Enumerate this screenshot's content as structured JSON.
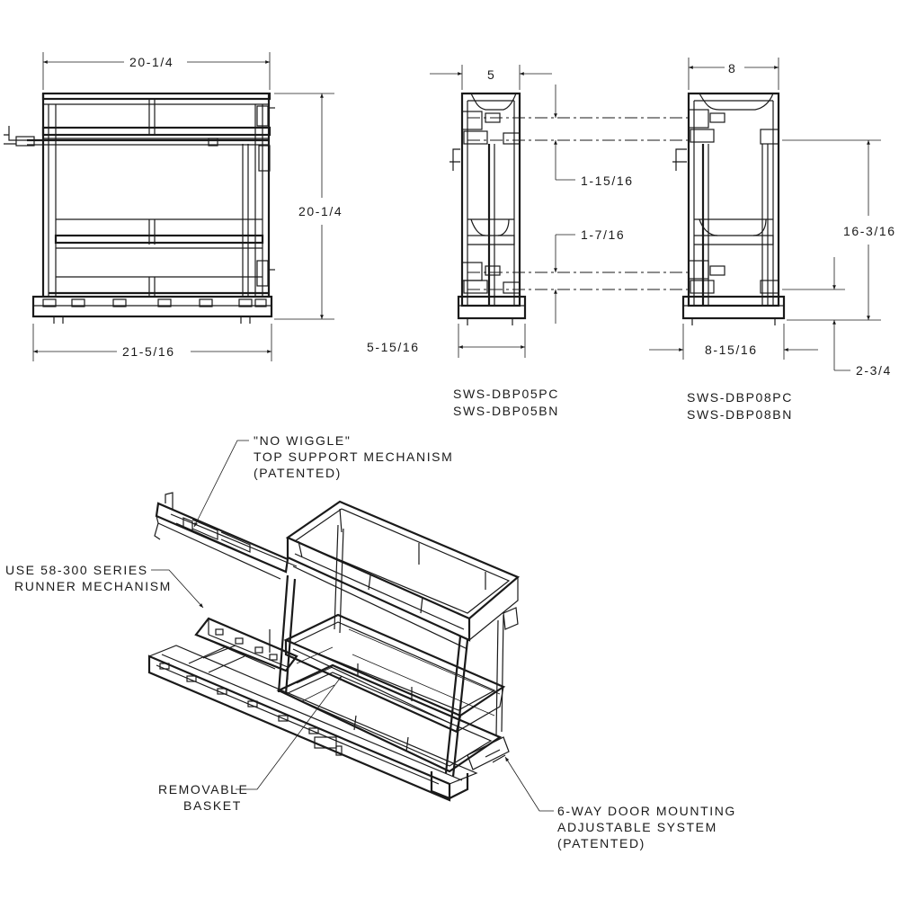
{
  "dimensions": {
    "front_top_width": "20-1/4",
    "front_height": "20-1/4",
    "front_base_width": "21-5/16",
    "side5_top_width": "5",
    "side5_base_width": "5-15/16",
    "side8_top_width": "8",
    "side8_base_width": "8-15/16",
    "vertical_upper": "1-15/16",
    "vertical_lower": "1-7/16",
    "side8_height": "16-3/16",
    "base_offset": "2-3/4"
  },
  "models": {
    "small_line1": "SWS-DBP05PC",
    "small_line2": "SWS-DBP05BN",
    "large_line1": "SWS-DBP08PC",
    "large_line2": "SWS-DBP08BN"
  },
  "callouts": {
    "no_wiggle_1": "\"NO WIGGLE\"",
    "no_wiggle_2": "TOP SUPPORT MECHANISM",
    "no_wiggle_3": "(PATENTED)",
    "runner_1": "USE 58-300 SERIES",
    "runner_2": "RUNNER MECHANISM",
    "basket_1": "REMOVABLE",
    "basket_2": "BASKET",
    "door_1": "6-WAY DOOR MOUNTING",
    "door_2": "ADJUSTABLE SYSTEM",
    "door_3": "(PATENTED)"
  }
}
